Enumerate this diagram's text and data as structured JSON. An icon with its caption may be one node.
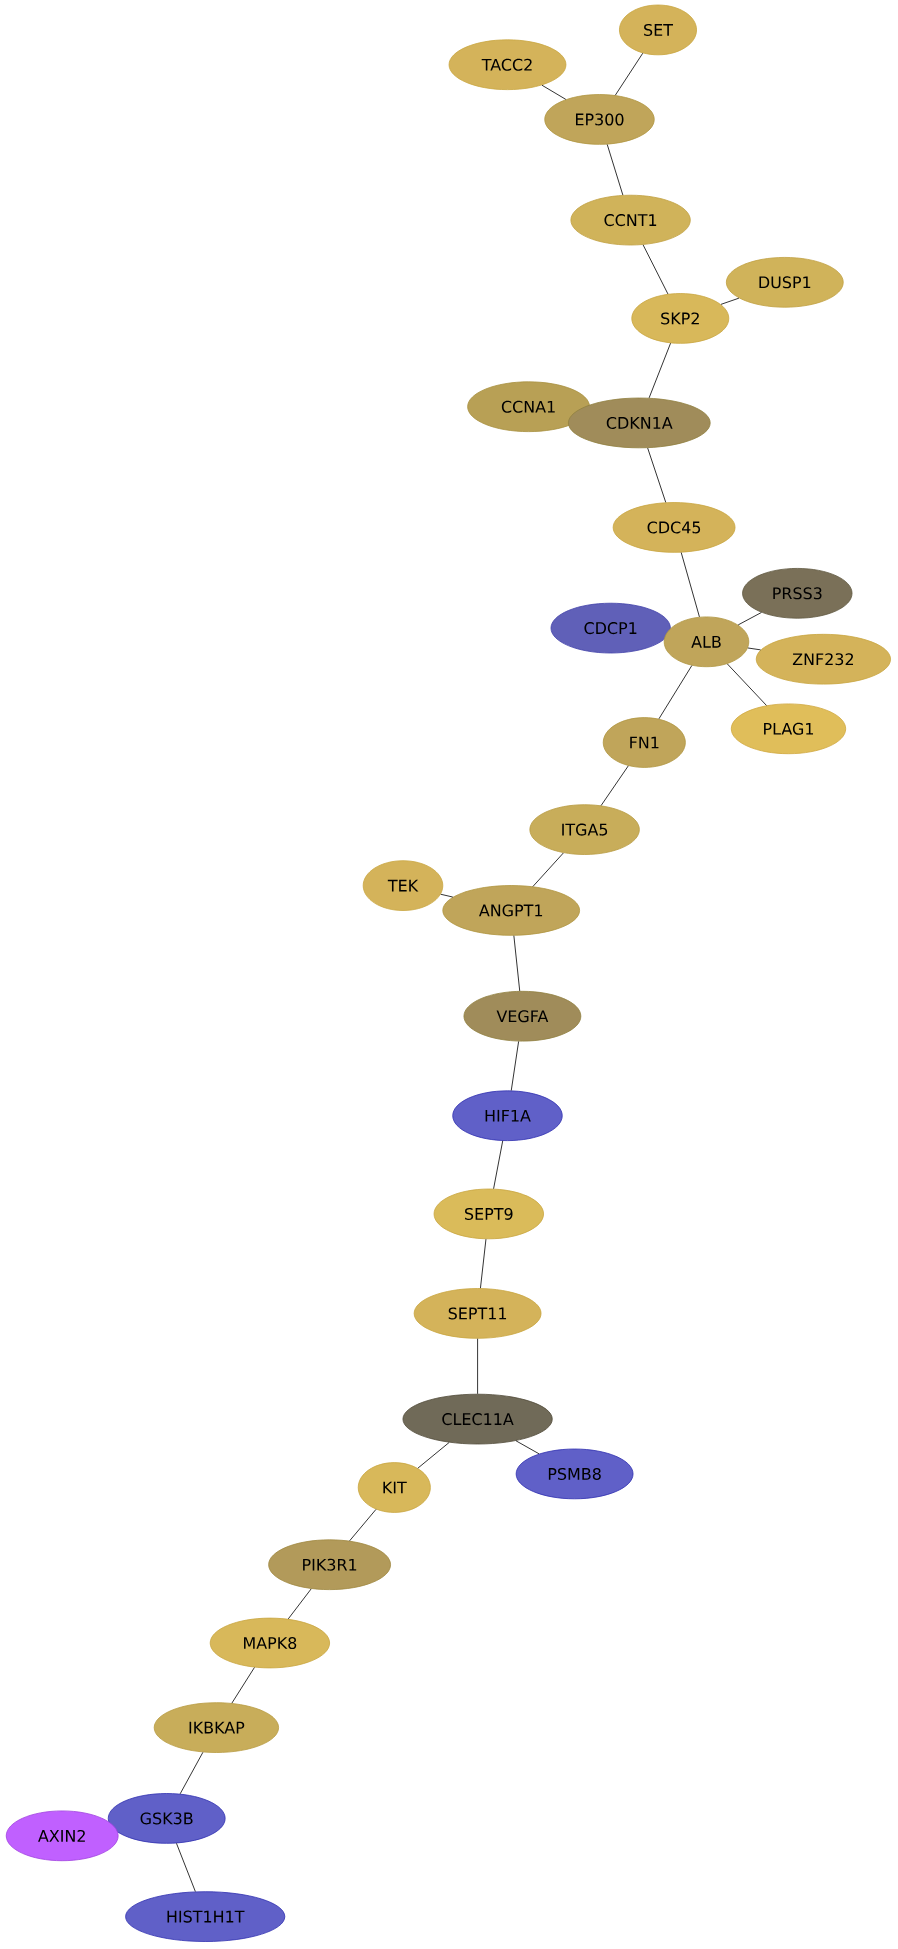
{
  "diagram": {
    "nodes": [
      {
        "text": [
          "SET"
        ]
      },
      {
        "text": [
          "TACC2"
        ]
      },
      {
        "text": [
          "EP300"
        ]
      },
      {
        "text": [
          "CCNT1"
        ]
      },
      {
        "text": [
          "DUSP1"
        ]
      },
      {
        "text": [
          "SKP2"
        ]
      },
      {
        "text": [
          "CCNA1"
        ]
      },
      {
        "text": [
          "CDKN1A"
        ]
      },
      {
        "text": [
          "CDC45"
        ]
      },
      {
        "text": [
          "PRSS3"
        ]
      },
      {
        "text": [
          "CDCP1"
        ]
      },
      {
        "text": [
          "ALB"
        ]
      },
      {
        "text": [
          "ZNF232"
        ]
      },
      {
        "text": [
          "PLAG1"
        ]
      },
      {
        "text": [
          "FN1"
        ]
      },
      {
        "text": [
          "ITGA5"
        ]
      },
      {
        "text": [
          "TEK"
        ]
      },
      {
        "text": [
          "ANGPT1"
        ]
      },
      {
        "text": [
          "VEGFA"
        ]
      },
      {
        "text": [
          "HIF1A"
        ]
      },
      {
        "text": [
          "SEPT9"
        ]
      },
      {
        "text": [
          "SEPT11"
        ]
      },
      {
        "text": [
          "CLEC11A"
        ]
      },
      {
        "text": [
          "PSMB8"
        ]
      },
      {
        "text": [
          "KIT"
        ]
      },
      {
        "text": [
          "PIK3R1"
        ]
      },
      {
        "text": [
          "MAPK8"
        ]
      },
      {
        "text": [
          "IKBKAP"
        ]
      },
      {
        "text": [
          "GSK3B"
        ]
      },
      {
        "text": [
          "AXIN2"
        ]
      },
      {
        "text": [
          "HIST1H1T"
        ]
      }
    ],
    "edges": [
      {
        "from": 0,
        "to": 2,
        "arrow": "none"
      },
      {
        "from": 1,
        "to": 2,
        "arrow": "none"
      },
      {
        "from": 2,
        "to": 3,
        "arrow": "none"
      },
      {
        "from": 3,
        "to": 5,
        "arrow": "none"
      },
      {
        "from": 4,
        "to": 5,
        "arrow": "none"
      },
      {
        "from": 5,
        "to": 7,
        "arrow": "none"
      },
      {
        "from": 7,
        "to": 8,
        "arrow": "none"
      },
      {
        "from": 8,
        "to": 11,
        "arrow": "none"
      },
      {
        "from": 9,
        "to": 11,
        "arrow": "none"
      },
      {
        "from": 12,
        "to": 11,
        "arrow": "none"
      },
      {
        "from": 13,
        "to": 11,
        "arrow": "none"
      },
      {
        "from": 11,
        "to": 14,
        "arrow": "none"
      },
      {
        "from": 14,
        "to": 15,
        "arrow": "none"
      },
      {
        "from": 15,
        "to": 17,
        "arrow": "none"
      },
      {
        "from": 16,
        "to": 17,
        "arrow": "none"
      },
      {
        "from": 17,
        "to": 18,
        "arrow": "none"
      },
      {
        "from": 18,
        "to": 19,
        "arrow": "none"
      },
      {
        "from": 19,
        "to": 20,
        "arrow": "none"
      },
      {
        "from": 20,
        "to": 21,
        "arrow": "none"
      },
      {
        "from": 21,
        "to": 22,
        "arrow": "none"
      },
      {
        "from": 22,
        "to": 24,
        "arrow": "none"
      },
      {
        "from": 22,
        "to": 23,
        "arrow": "none"
      },
      {
        "from": 24,
        "to": 25,
        "arrow": "none"
      },
      {
        "from": 25,
        "to": 26,
        "arrow": "none"
      },
      {
        "from": 26,
        "to": 27,
        "arrow": "none"
      },
      {
        "from": 27,
        "to": 28,
        "arrow": "none"
      },
      {
        "from": 28,
        "to": 30,
        "arrow": "none"
      }
    ]
  }
}
